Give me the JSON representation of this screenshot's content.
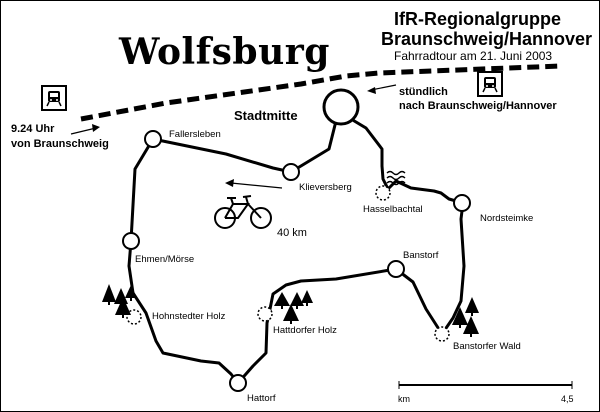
{
  "title": "Wolfsburg",
  "organizer": {
    "line1": "IfR-Regionalgruppe",
    "line2": "Braunschweig/Hannover"
  },
  "subtitle": "Fahrradtour am 21. Juni 2003",
  "arrival": {
    "line1": "9.24 Uhr",
    "line2": "von Braunschweig"
  },
  "departure": {
    "line1": "stündlich",
    "line2": "nach Braunschweig/Hannover"
  },
  "city_center": "Stadtmitte",
  "distance": "40 km",
  "places": {
    "fallersleben": "Fallersleben",
    "klieversberg": "Klieversberg",
    "hasselbachtal": "Hasselbachtal",
    "nordsteimke": "Nordsteimke",
    "ehmen": "Ehmen/Mörse",
    "banstorf": "Banstorf",
    "hohnstedter_holz": "Hohnstedter Holz",
    "hattdorfer_holz": "Hattdorfer Holz",
    "banstorfer_wald": "Banstorfer Wald",
    "hattorf": "Hattorf"
  },
  "scale": {
    "unit": "km",
    "max": "4,5"
  },
  "icons": {
    "station": "train-station-icon",
    "bicycle": "bicycle-icon",
    "forest": "tree-icon",
    "water": "water-waves-icon"
  },
  "colors": {
    "ink": "#000000",
    "paper": "#ffffff"
  }
}
